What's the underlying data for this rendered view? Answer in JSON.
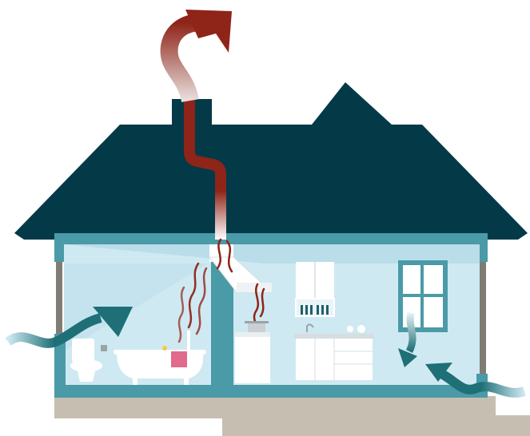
{
  "diagram": {
    "kind": "house-ventilation-illustration",
    "colors": {
      "roof": "#043a48",
      "wall": "#4a9aa7",
      "interior": "#cfe9f2",
      "interior_shadow": "#b9dde9",
      "foundation": "#c6bfb1",
      "exhaust_warm": "#8f2418",
      "fresh_air": "#1f6f76",
      "cabinet": "#ffffff",
      "towel": "#e06b8c"
    },
    "icons": [
      "chimney-exhaust-arrow",
      "fresh-air-inflow-arrow",
      "window-draft-arrow",
      "range-hood",
      "bathtub",
      "toilet",
      "stove-with-pot",
      "kitchen-cabinets",
      "wall-cabinet-with-dishes",
      "window"
    ]
  }
}
